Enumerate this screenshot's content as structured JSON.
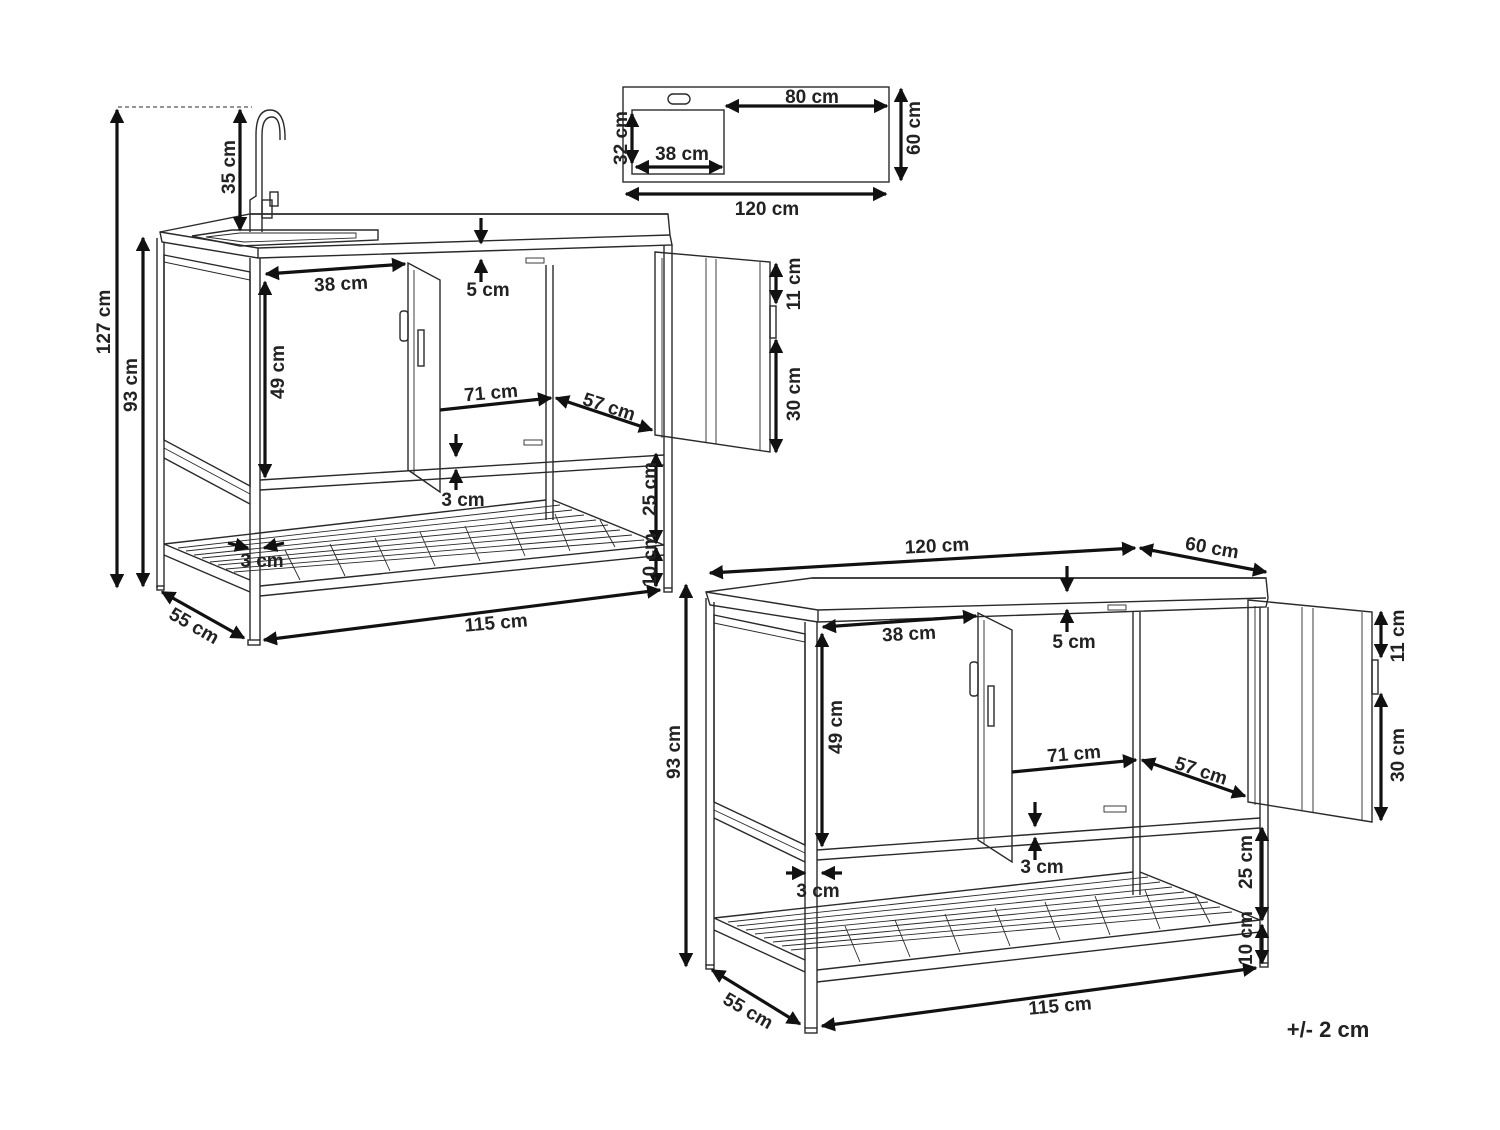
{
  "top_view": {
    "length_label": "120 cm",
    "depth_label": "60 cm",
    "sink_width_label": "38 cm",
    "sink_depth_label": "32 cm",
    "counter_label": "80 cm"
  },
  "sink_unit": {
    "total_height_label": "127 cm",
    "faucet_height_label": "35 cm",
    "height_label": "93 cm",
    "door_width_label": "38 cm",
    "top_thickness_label": "5 cm",
    "inner_height_label": "49 cm",
    "inner_width_label": "71 cm",
    "inner_depth_label": "57 cm",
    "door_top_label": "11 cm",
    "door_panel_label": "30 cm",
    "shelf_gap_label": "3 cm",
    "open_shelf_label": "25 cm",
    "leg_label": "10 cm",
    "side_gap_label": "3 cm",
    "depth_label": "55 cm",
    "width_label": "115 cm"
  },
  "plain_unit": {
    "length_label": "120 cm",
    "depth_top_label": "60 cm",
    "height_label": "93 cm",
    "door_width_label": "38 cm",
    "top_thickness_label": "5 cm",
    "inner_height_label": "49 cm",
    "inner_width_label": "71 cm",
    "inner_depth_label": "57 cm",
    "door_top_label": "11 cm",
    "door_panel_label": "30 cm",
    "shelf_gap_label": "3 cm",
    "side_gap_label": "3 cm",
    "open_shelf_label": "25 cm",
    "leg_label": "10 cm",
    "depth_label": "55 cm",
    "width_label": "115 cm"
  },
  "tolerance": "+/- 2 cm"
}
